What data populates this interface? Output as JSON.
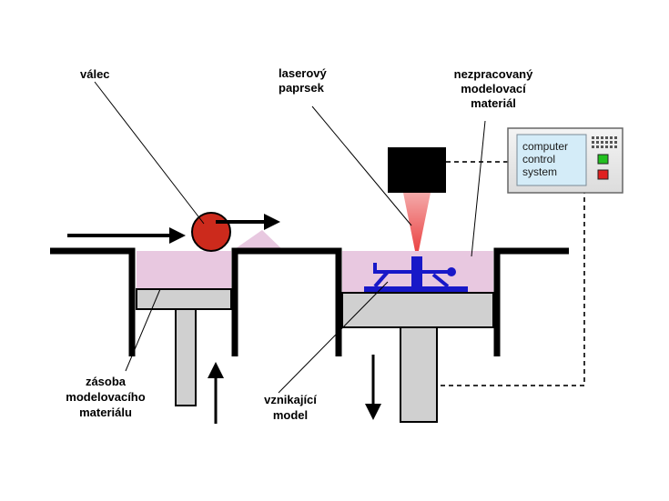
{
  "labels": {
    "roller": "válec",
    "laser_line1": "laserový",
    "laser_line2": "paprsek",
    "unprocessed_line1": "nezpracovaný",
    "unprocessed_line2": "modelovací",
    "unprocessed_line3": "materiál",
    "supply_line1": "zásoba",
    "supply_line2": "modelovacího",
    "supply_line3": "materiálu",
    "model_line1": "vznikající",
    "model_line2": "model"
  },
  "control_panel": {
    "line1": "computer",
    "line2": "control",
    "line3": "system"
  },
  "colors": {
    "powder": "#e8c8e0",
    "platform": "#d0d0d0",
    "roller": "#cc2a1c",
    "model": "#1818c8",
    "laser_head": "#000000",
    "laser_beam": "#e83030",
    "panel_screen": "#d4ecf8",
    "button_green": "#22c020",
    "button_red": "#e02020"
  }
}
